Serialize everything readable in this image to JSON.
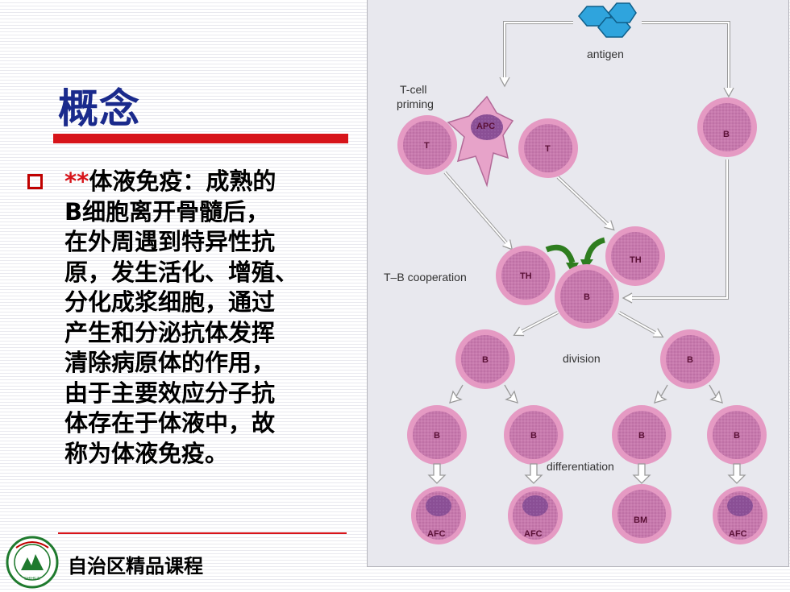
{
  "slide": {
    "title": "概念",
    "bullet": {
      "lines": [
        {
          "prefix": "**",
          "text": "体液免疫：成熟的"
        },
        {
          "prefix": "",
          "text": "B细胞离开骨髓后，"
        },
        {
          "prefix": "",
          "text": "在外周遇到特异性抗"
        },
        {
          "prefix": "",
          "text": "原，发生活化、增殖、"
        },
        {
          "prefix": "",
          "text": "分化成浆细胞，通过"
        },
        {
          "prefix": "",
          "text": "产生和分泌抗体发挥"
        },
        {
          "prefix": "",
          "text": "清除病原体的作用，"
        },
        {
          "prefix": "",
          "text": "由于主要效应分子抗"
        },
        {
          "prefix": "",
          "text": "体存在于体液中，故"
        },
        {
          "prefix": "",
          "text": "称为体液免疫。"
        }
      ]
    },
    "footer": {
      "text": "自治区精品课程",
      "logo_text": "石河子大学"
    }
  },
  "figure": {
    "labels": {
      "antigen": "antigen",
      "tcell_priming_1": "T-cell",
      "tcell_priming_2": "priming",
      "tb_cooperation": "T–B cooperation",
      "division": "division",
      "differentiation": "differentiation"
    },
    "cells": {
      "apc": "APC",
      "t_left": "T",
      "t_right": "T",
      "b_top": "B",
      "th_left": "TH",
      "th_right": "TH",
      "b_center": "B",
      "b_div_left": "B",
      "b_div_right": "B",
      "b_row1": "B",
      "b_row2": "B",
      "b_row3": "B",
      "b_row4": "B",
      "afc_1": "AFC",
      "afc_2": "AFC",
      "bm": "BM",
      "afc_4": "AFC"
    },
    "colors": {
      "cell_fill": "#c779ad",
      "cell_rim": "#e59ac3",
      "nucleus": "#8a4f95",
      "antigen_fill": "#2fa4dd",
      "green_arrow": "#2e7d1f",
      "arrow_stroke": "#9a9a9a"
    }
  }
}
